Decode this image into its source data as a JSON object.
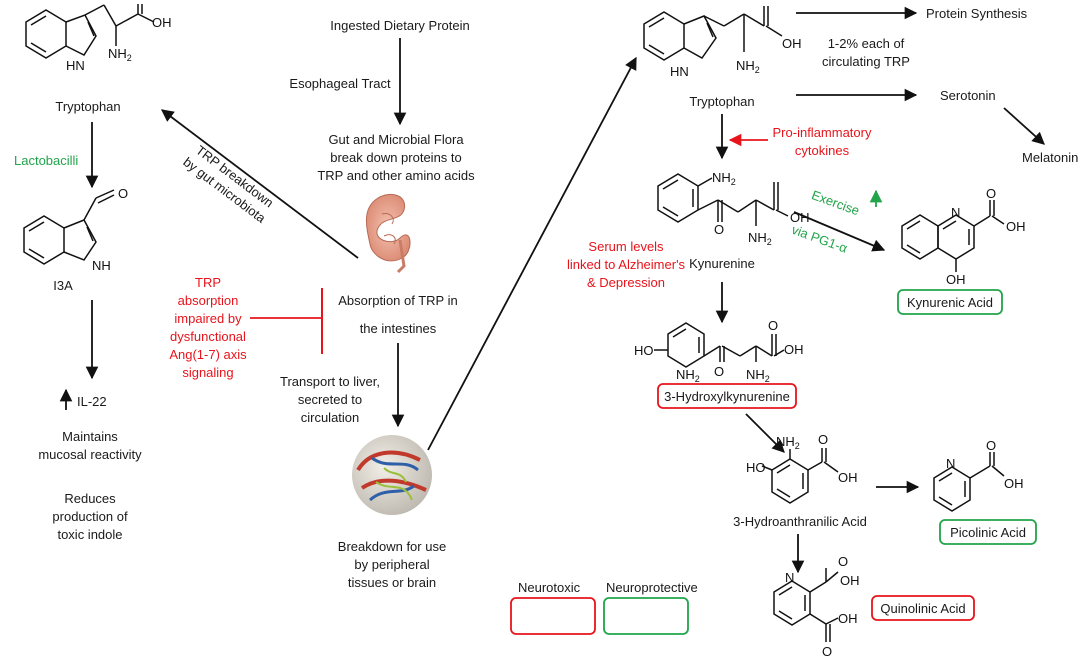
{
  "colors": {
    "neurotoxic": "#e8141b",
    "neuroprotective": "#21a44a",
    "text": "#1a1a1a"
  },
  "left": {
    "tryptophan": "Tryptophan",
    "lactobacilli": "Lactobacilli",
    "i3a": "I3A",
    "il22": "IL-22",
    "maintains": [
      "Maintains",
      "mucosal reactivity"
    ],
    "reduces": [
      "Reduces",
      "production of",
      "toxic indole"
    ]
  },
  "center": {
    "ingested": "Ingested Dietary Protein",
    "esophageal": "Esophageal Tract",
    "gut": [
      "Gut and Microbial Flora",
      "break down proteins to",
      "TRP and other amino acids"
    ],
    "trp_breakdown": [
      "TRP breakdown",
      "by gut microbiota"
    ],
    "impaired": [
      "TRP",
      "absorption",
      "impaired by",
      "dysfunctional",
      "Ang(1-7) axis",
      "signaling"
    ],
    "absorption": [
      "Absorption of TRP in",
      "the intestines"
    ],
    "transport": [
      "Transport to liver,",
      "secreted to",
      "circulation"
    ],
    "breakdown_use": [
      "Breakdown for use",
      "by peripheral",
      "tissues or brain"
    ]
  },
  "right": {
    "protein_synthesis": "Protein Synthesis",
    "percent": [
      "1-2% each of",
      "circulating TRP"
    ],
    "tryptophan": "Tryptophan",
    "serotonin": "Serotonin",
    "melatonin": "Melatonin",
    "cytokines": [
      "Pro-inflammatory",
      "cytokines"
    ],
    "serum": [
      "Serum levels",
      "linked to Alzheimer's",
      "& Depression"
    ],
    "kynurenine": "Kynurenine",
    "exercise": "Exercise",
    "via": "via PG1-α",
    "kynurenic": "Kynurenic Acid",
    "hydroxykyn": "3-Hydroxylkynurenine",
    "hydroanthranilic": "3-Hydroanthranilic Acid",
    "picolinic": "Picolinic Acid",
    "quinolinic": "Quinolinic Acid"
  },
  "legend": {
    "neurotoxic": "Neurotoxic",
    "neuroprotective": "Neuroprotective"
  },
  "atoms": {
    "oh": "OH",
    "nh2": "NH",
    "sub2": "2",
    "hn": "HN",
    "nh": "NH",
    "o": "O",
    "n": "N",
    "ho": "HO"
  }
}
